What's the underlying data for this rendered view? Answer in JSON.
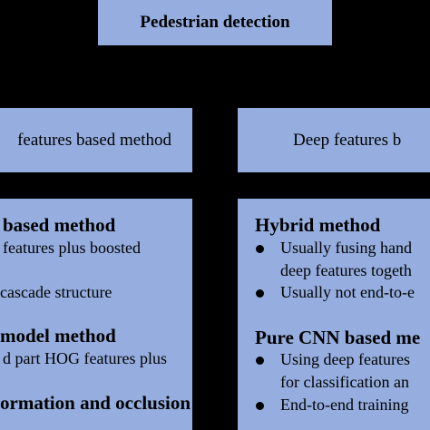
{
  "root": {
    "label": "Pedestrian detection"
  },
  "left_header": {
    "label": "features based method"
  },
  "right_header": {
    "label": "Deep features b"
  },
  "left_panel": {
    "section1_heading": "based method",
    "section1_lines": [
      "features plus boosted",
      "cascade structure"
    ],
    "section2_heading": "model method",
    "section2_lines": [
      "d part HOG features plus",
      "ormation and occlusion"
    ]
  },
  "right_panel": {
    "section1_heading": "Hybrid method",
    "section1_bullets": [
      "Usually fusing hand",
      "deep features togeth",
      "Usually not end-to-e"
    ],
    "section2_heading": "Pure CNN based me",
    "section2_bullets": [
      "Using deep features",
      "for classification an",
      "End-to-end training"
    ]
  },
  "colors": {
    "box_fill": "#95aedf",
    "background": "#000000"
  }
}
